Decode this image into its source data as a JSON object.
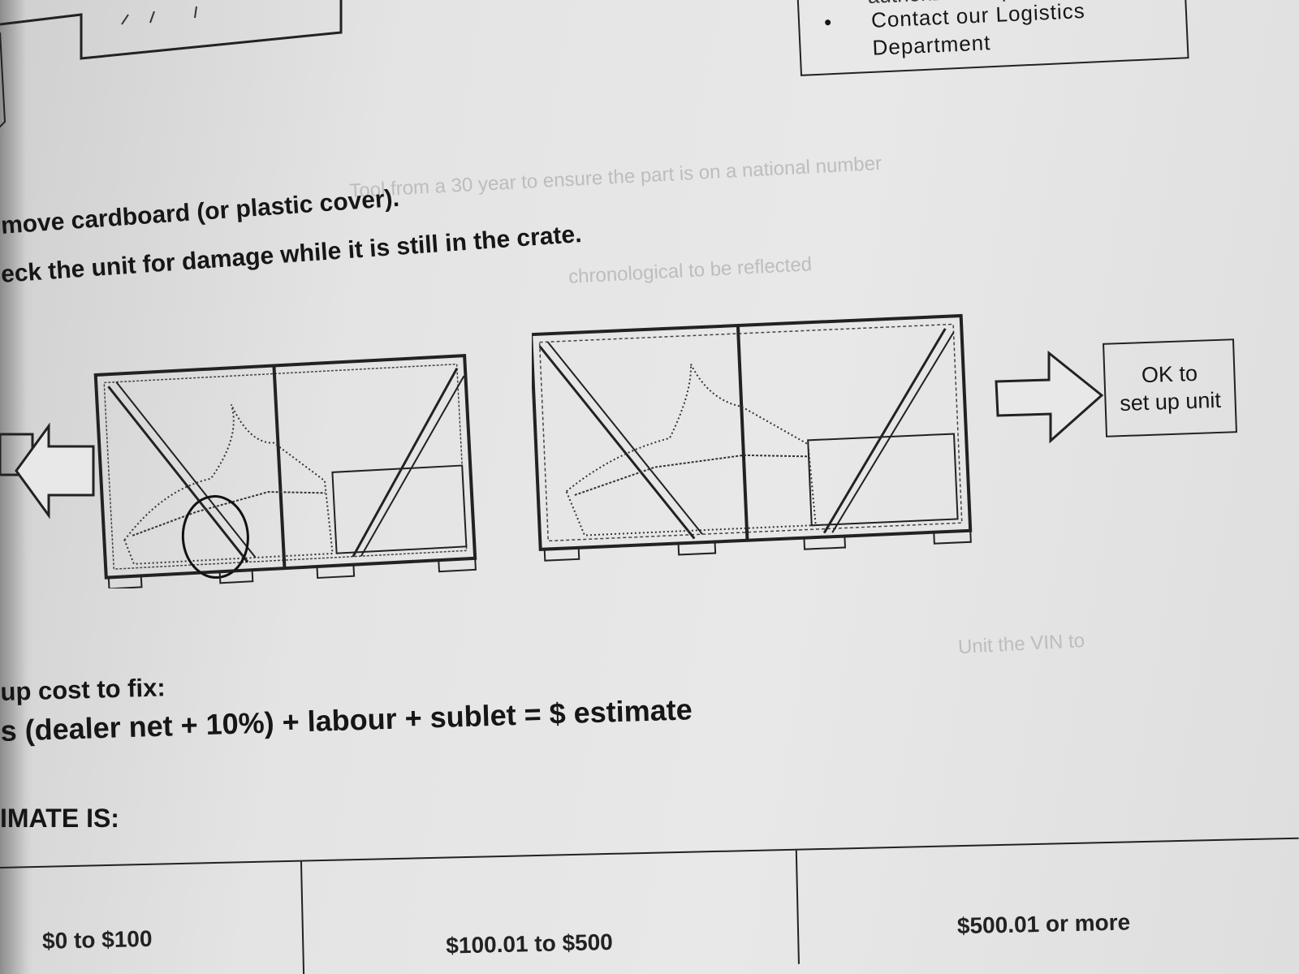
{
  "logistics": {
    "prev_line": "authorized emp",
    "bullet": "•",
    "item": "Contact our Logistics Department"
  },
  "instructions": [
    "move cardboard (or plastic cover).",
    "eck the unit for damage while it is still in the crate."
  ],
  "ok_box": {
    "line1": "OK to",
    "line2": "set up unit"
  },
  "cost": {
    "label": "up cost to fix:",
    "formula": "s (dealer net + 10%) + labour + sublet = $ estimate",
    "estimate_label": "IMATE IS:"
  },
  "ranges": [
    "$0 to $100",
    "$100.01 to $500",
    "$500.01 or more"
  ]
}
